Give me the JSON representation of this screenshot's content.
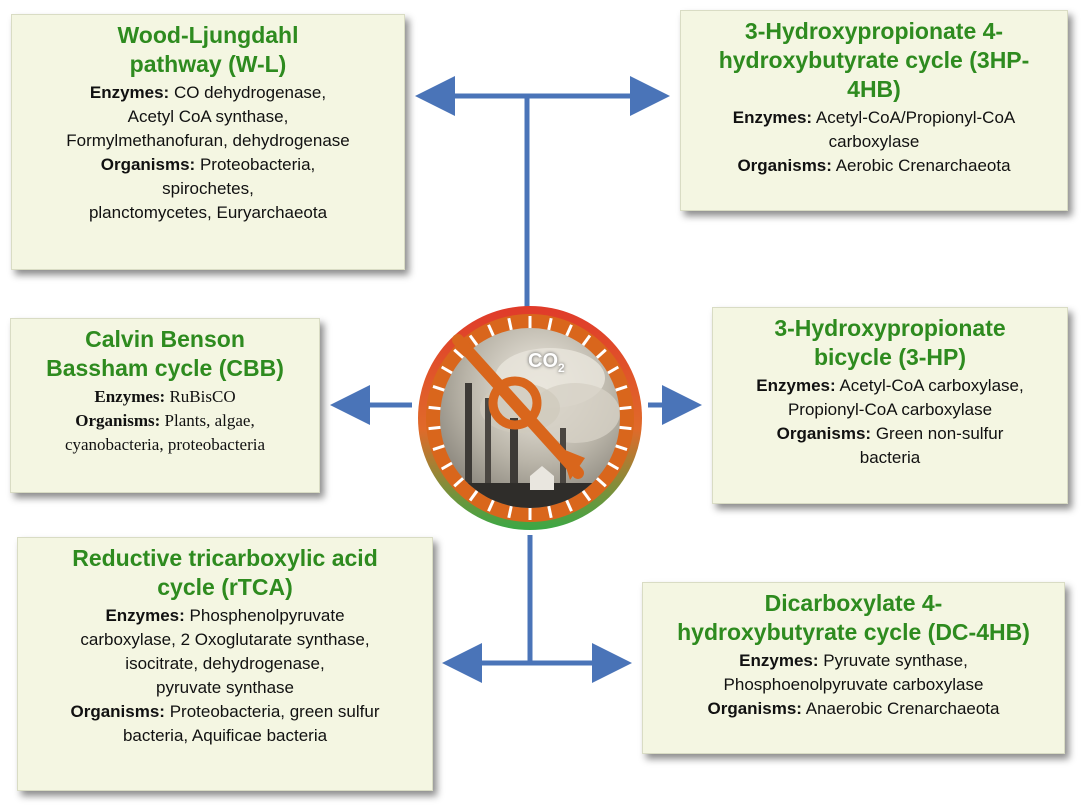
{
  "center": {
    "label_main": "CO",
    "label_sub": "2"
  },
  "pathways": {
    "wl": {
      "title_lines": [
        "Wood-Ljungdahl",
        "pathway (W-L)"
      ],
      "enzymes_label": "Enzymes:",
      "enzyme_lines": [
        " CO dehydrogenase,",
        "Acetyl CoA synthase,",
        "Formylmethanofuran, dehydrogenase"
      ],
      "organisms_label": "Organisms:",
      "organism_lines": [
        " Proteobacteria,",
        "spirochetes,",
        "planctomycetes, Euryarchaeota"
      ]
    },
    "hp4hb": {
      "title_lines": [
        "3-Hydroxypropionate 4-",
        "hydroxybutyrate cycle (3HP-",
        "4HB)"
      ],
      "enzymes_label": "Enzymes:",
      "enzyme_lines": [
        " Acetyl-CoA/Propionyl-CoA",
        "carboxylase"
      ],
      "organisms_label": "Organisms:",
      "organism_lines": [
        " Aerobic Crenarchaeota"
      ]
    },
    "cbb": {
      "title_lines": [
        "Calvin Benson",
        "Bassham cycle (CBB)"
      ],
      "enzymes_label": "Enzymes:",
      "enzyme_lines": [
        " RuBisCO"
      ],
      "organisms_label": "Organisms:",
      "organism_lines": [
        " Plants, algae,",
        "cyanobacteria,  proteobacteria"
      ]
    },
    "hp": {
      "title_lines": [
        "3-Hydroxypropionate",
        "bicycle (3-HP)"
      ],
      "enzymes_label": "Enzymes:",
      "enzyme_lines": [
        " Acetyl-CoA carboxylase,",
        "Propionyl-CoA carboxylase"
      ],
      "organisms_label": "Organisms:",
      "organism_lines": [
        " Green non-sulfur",
        "bacteria"
      ]
    },
    "rtca": {
      "title_lines": [
        "Reductive tricarboxylic acid",
        "cycle (rTCA)"
      ],
      "enzymes_label": "Enzymes:",
      "enzyme_lines": [
        " Phosphenolpyruvate",
        "carboxylase, 2 Oxoglutarate synthase,",
        "isocitrate, dehydrogenase,",
        "pyruvate synthase"
      ],
      "organisms_label": "Organisms:",
      "organism_lines": [
        " Proteobacteria, green sulfur",
        "bacteria, Aquificae bacteria"
      ]
    },
    "dc": {
      "title_lines": [
        "Dicarboxylate 4-",
        "hydroxybutyrate cycle (DC-4HB)"
      ],
      "enzymes_label": "Enzymes:",
      "enzyme_lines": [
        " Pyruvate synthase,",
        "Phosphoenolpyruvate  carboxylase"
      ],
      "organisms_label": "Organisms:",
      "organism_lines": [
        " Anaerobic Crenarchaeota"
      ]
    }
  },
  "colors": {
    "title_green": "#2e8b1f",
    "box_fill": "#f4f6e2",
    "arrow_blue": "#4a74b8",
    "badge_orange": "#d9661c",
    "ring_red": "#e03a2a",
    "ring_green": "#3aa845"
  }
}
